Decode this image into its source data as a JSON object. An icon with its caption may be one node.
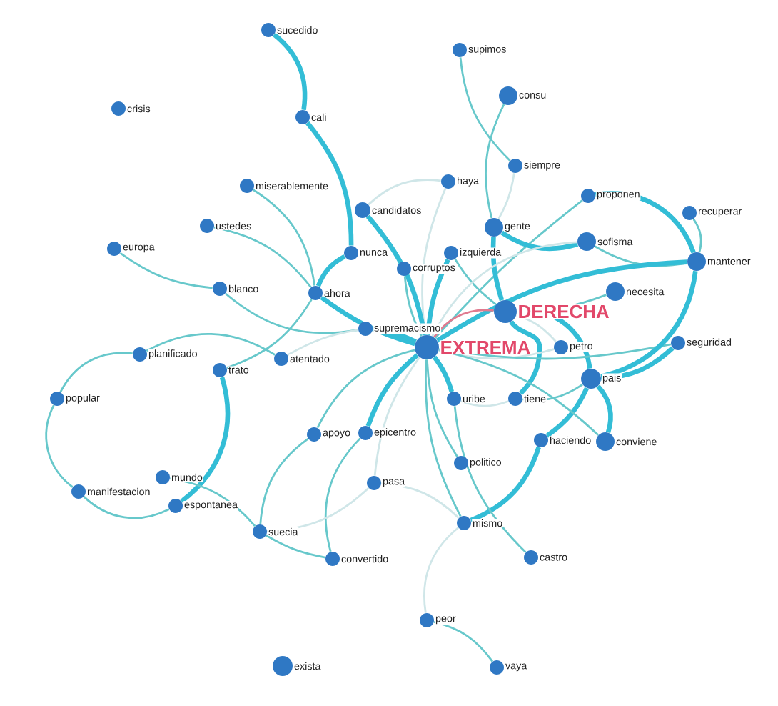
{
  "diagram": {
    "nodes": [
      {
        "text": [
          "sucedido"
        ]
      },
      {
        "text": [
          "supimos"
        ]
      },
      {
        "text": [
          "consu"
        ]
      },
      {
        "text": [
          "crisis"
        ]
      },
      {
        "text": [
          "cali"
        ]
      },
      {
        "text": [
          "siempre"
        ]
      },
      {
        "text": [
          "haya"
        ]
      },
      {
        "text": [
          "miserablemente"
        ]
      },
      {
        "text": [
          "proponen"
        ]
      },
      {
        "text": [
          "candidatos"
        ]
      },
      {
        "text": [
          "recuperar"
        ]
      },
      {
        "text": [
          "ustedes"
        ]
      },
      {
        "text": [
          "gente"
        ]
      },
      {
        "text": [
          "sofisma"
        ]
      },
      {
        "text": [
          "europa"
        ]
      },
      {
        "text": [
          "nunca"
        ]
      },
      {
        "text": [
          "izquierda"
        ]
      },
      {
        "text": [
          "mantener"
        ]
      },
      {
        "text": [
          "corruptos"
        ]
      },
      {
        "text": [
          "blanco"
        ]
      },
      {
        "text": [
          "necesita"
        ]
      },
      {
        "text": [
          "ahora"
        ]
      },
      {
        "text": [
          "DERECHA"
        ]
      },
      {
        "text": [
          "supremacismo"
        ]
      },
      {
        "text": [
          "seguridad"
        ]
      },
      {
        "text": [
          "EXTREMA"
        ]
      },
      {
        "text": [
          "petro"
        ]
      },
      {
        "text": [
          "planificado"
        ]
      },
      {
        "text": [
          "atentado"
        ]
      },
      {
        "text": [
          "trato"
        ]
      },
      {
        "text": [
          "pais"
        ]
      },
      {
        "text": [
          "popular"
        ]
      },
      {
        "text": [
          "uribe"
        ]
      },
      {
        "text": [
          "tiene"
        ]
      },
      {
        "text": [
          "apoyo"
        ]
      },
      {
        "text": [
          "epicentro"
        ]
      },
      {
        "text": [
          "haciendo"
        ]
      },
      {
        "text": [
          "conviene"
        ]
      },
      {
        "text": [
          "politico"
        ]
      },
      {
        "text": [
          "mundo"
        ]
      },
      {
        "text": [
          "pasa"
        ]
      },
      {
        "text": [
          "manifestacion"
        ]
      },
      {
        "text": [
          "espontanea"
        ]
      },
      {
        "text": [
          "mismo"
        ]
      },
      {
        "text": [
          "suecia"
        ]
      },
      {
        "text": [
          "castro"
        ]
      },
      {
        "text": [
          "convertido"
        ]
      },
      {
        "text": [
          "peor"
        ]
      },
      {
        "text": [
          "exista"
        ]
      },
      {
        "text": [
          "vaya"
        ]
      }
    ],
    "edges": [
      {
        "from": 0,
        "to": 4,
        "arrow": "none",
        "style": "thick",
        "color": "#33bdd6"
      },
      {
        "from": 4,
        "to": 15,
        "arrow": "none",
        "style": "thick",
        "color": "#33bdd6"
      },
      {
        "from": 15,
        "to": 21,
        "arrow": "none",
        "style": "thick",
        "color": "#33bdd6"
      },
      {
        "from": 7,
        "to": 21,
        "arrow": "none"
      },
      {
        "from": 11,
        "to": 21,
        "arrow": "none"
      },
      {
        "from": 14,
        "to": 19,
        "arrow": "none"
      },
      {
        "from": 19,
        "to": 23,
        "arrow": "none"
      },
      {
        "from": 21,
        "to": 25,
        "arrow": "none",
        "style": "thick",
        "color": "#33bdd6"
      },
      {
        "from": 21,
        "to": 29,
        "arrow": "none"
      },
      {
        "from": 29,
        "to": 42,
        "arrow": "none",
        "style": "thick",
        "color": "#33bdd6"
      },
      {
        "from": 39,
        "to": 44,
        "arrow": "none"
      },
      {
        "from": 31,
        "to": 27,
        "arrow": "none"
      },
      {
        "from": 31,
        "to": 41,
        "arrow": "none"
      },
      {
        "from": 41,
        "to": 42,
        "arrow": "none"
      },
      {
        "from": 27,
        "to": 28,
        "arrow": "none"
      },
      {
        "from": 28,
        "to": 23,
        "arrow": "none",
        "color": "#cfe6e8"
      },
      {
        "from": 23,
        "to": 25,
        "arrow": "none",
        "style": "thick",
        "color": "#33bdd6"
      },
      {
        "from": 34,
        "to": 25,
        "arrow": "none"
      },
      {
        "from": 34,
        "to": 44,
        "arrow": "none"
      },
      {
        "from": 35,
        "to": 25,
        "arrow": "none",
        "style": "thick",
        "color": "#33bdd6"
      },
      {
        "from": 35,
        "to": 46,
        "arrow": "none"
      },
      {
        "from": 44,
        "to": 46,
        "arrow": "none"
      },
      {
        "from": 44,
        "to": 40,
        "arrow": "none",
        "color": "#cfe6e8"
      },
      {
        "from": 40,
        "to": 43,
        "arrow": "none",
        "color": "#cfe6e8"
      },
      {
        "from": 40,
        "to": 25,
        "arrow": "none",
        "color": "#cfe6e8"
      },
      {
        "from": 43,
        "to": 47,
        "arrow": "none",
        "color": "#cfe6e8"
      },
      {
        "from": 47,
        "to": 49,
        "arrow": "none"
      },
      {
        "from": 43,
        "to": 25,
        "arrow": "none"
      },
      {
        "from": 43,
        "to": 36,
        "arrow": "none",
        "style": "thick",
        "color": "#33bdd6"
      },
      {
        "from": 36,
        "to": 30,
        "arrow": "none",
        "style": "thick",
        "color": "#33bdd6"
      },
      {
        "from": 45,
        "to": 32,
        "arrow": "none"
      },
      {
        "from": 38,
        "to": 25,
        "arrow": "none"
      },
      {
        "from": 32,
        "to": 25,
        "arrow": "none",
        "style": "thick",
        "color": "#33bdd6"
      },
      {
        "from": 32,
        "to": 33,
        "arrow": "none",
        "color": "#cfe6e8"
      },
      {
        "from": 33,
        "to": 22,
        "arrow": "none",
        "style": "thick",
        "color": "#33bdd6"
      },
      {
        "from": 33,
        "to": 30,
        "arrow": "none"
      },
      {
        "from": 26,
        "to": 22,
        "arrow": "none",
        "color": "#cfe6e8"
      },
      {
        "from": 26,
        "to": 25,
        "arrow": "none",
        "color": "#cfe6e8"
      },
      {
        "from": 30,
        "to": 22,
        "arrow": "none",
        "style": "thick",
        "color": "#33bdd6"
      },
      {
        "from": 30,
        "to": 37,
        "arrow": "none",
        "style": "thick",
        "color": "#33bdd6"
      },
      {
        "from": 30,
        "to": 24,
        "arrow": "none",
        "style": "thick",
        "color": "#33bdd6"
      },
      {
        "from": 37,
        "to": 25,
        "arrow": "none"
      },
      {
        "from": 24,
        "to": 25,
        "arrow": "none"
      },
      {
        "from": 20,
        "to": 22,
        "arrow": "none"
      },
      {
        "from": 17,
        "to": 10,
        "arrow": "none"
      },
      {
        "from": 17,
        "to": 13,
        "arrow": "none"
      },
      {
        "from": 17,
        "to": 25,
        "arrow": "none",
        "style": "thick",
        "color": "#33bdd6"
      },
      {
        "from": 17,
        "to": 30,
        "arrow": "none",
        "style": "thick",
        "color": "#33bdd6"
      },
      {
        "from": 8,
        "to": 25,
        "arrow": "none"
      },
      {
        "from": 8,
        "to": 17,
        "arrow": "none",
        "style": "thick",
        "color": "#33bdd6"
      },
      {
        "from": 13,
        "to": 12,
        "arrow": "none",
        "style": "thick",
        "color": "#33bdd6"
      },
      {
        "from": 12,
        "to": 2,
        "arrow": "none"
      },
      {
        "from": 12,
        "to": 22,
        "arrow": "none",
        "style": "thick",
        "color": "#33bdd6"
      },
      {
        "from": 12,
        "to": 5,
        "arrow": "none",
        "color": "#cfe6e8"
      },
      {
        "from": 5,
        "to": 1,
        "arrow": "none"
      },
      {
        "from": 6,
        "to": 25,
        "arrow": "none",
        "color": "#cfe6e8"
      },
      {
        "from": 6,
        "to": 9,
        "arrow": "none",
        "color": "#cfe6e8"
      },
      {
        "from": 9,
        "to": 25,
        "arrow": "none",
        "style": "thick",
        "color": "#33bdd6"
      },
      {
        "from": 16,
        "to": 22,
        "arrow": "none"
      },
      {
        "from": 16,
        "to": 25,
        "arrow": "none",
        "style": "thick",
        "color": "#33bdd6"
      },
      {
        "from": 18,
        "to": 25,
        "arrow": "none"
      },
      {
        "from": 25,
        "to": 22,
        "arrow": "none",
        "color": "#e07a8f"
      },
      {
        "from": 13,
        "to": 25,
        "arrow": "none",
        "color": "#cfe6e8"
      }
    ]
  }
}
